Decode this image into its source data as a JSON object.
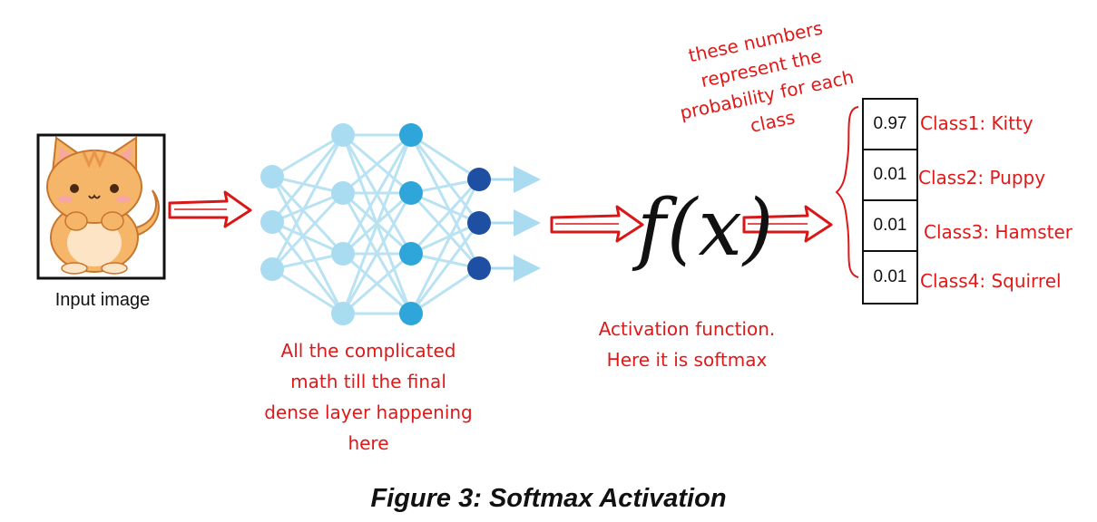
{
  "input": {
    "label": "Input image",
    "icon": "kitten-icon"
  },
  "network": {
    "annotation": [
      "All the complicated",
      "math till the final",
      "dense layer happening",
      "here"
    ]
  },
  "activation": {
    "symbol": "f(x)",
    "annotation": [
      "Activation function.",
      "Here it is softmax"
    ]
  },
  "output": {
    "annotation": [
      "these numbers",
      "represent the",
      "probability for each",
      "class"
    ],
    "rows": [
      {
        "value": "0.97",
        "label": "Class1: Kitty"
      },
      {
        "value": "0.01",
        "label": "Class2: Puppy"
      },
      {
        "value": "0.01",
        "label": "Class3: Hamster"
      },
      {
        "value": "0.01",
        "label": "Class4: Squirrel"
      }
    ]
  },
  "caption": "Figure 3: Softmax Activation",
  "colors": {
    "annotation_red": "#e01818",
    "node_light": "#a9dcf0",
    "node_mid": "#2fa6d9",
    "node_dark": "#1f4fa3",
    "edge": "#b9e2f2",
    "cat_fur": "#f6b66a",
    "cat_outline": "#c8752d"
  }
}
